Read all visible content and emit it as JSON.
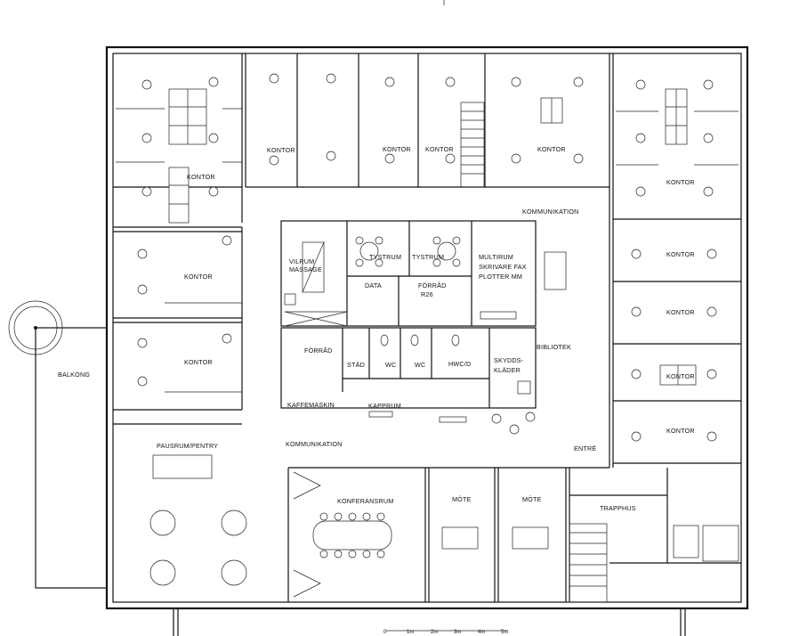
{
  "rooms": {
    "kontor_1": "KONTOR",
    "kontor_2": "KONTOR",
    "kontor_3": "KONTOR",
    "kontor_4": "KONTOR",
    "kontor_5": "KONTOR",
    "kontor_6": "KONTOR",
    "kontor_7": "KONTOR",
    "kontor_8": "KONTOR",
    "kontor_9": "KONTOR",
    "kontor_10": "KONTOR",
    "kontor_11": "KONTOR",
    "kontor_12": "KONTOR",
    "kommunikation_1": "KOMMUNIKATION",
    "kommunikation_2": "KOMMUNIKATION",
    "vilrum": "VILRUM",
    "massage": "MASSAGE",
    "tystrum_1": "TYSTRUM",
    "tystrum_2": "TYSTRUM",
    "multirum": "MULTIRUM",
    "skrivare": "SKRIVARE FAX",
    "plotter": "PLOTTER MM",
    "data": "DATA",
    "forrad_1": "FÖRRÅD",
    "forrad_1b": "R26",
    "forrad_2": "FÖRRÅD",
    "stad": "STÄD",
    "wc_1": "WC",
    "wc_2": "WC",
    "hwc": "HWC/D",
    "skyddskl_1": "SKYDDS-",
    "skyddskl_2": "KLÄDER",
    "bibliotek": "BIBLIOTEK",
    "kaffemaskin": "KAFFEMASKIN",
    "kapprum": "KAPPRUM",
    "balkong": "BALKONG",
    "pausrum": "PAUSRUM/PENTRY",
    "konferensrum": "KONFERANSRUM",
    "mote_1": "MÖTE",
    "mote_2": "MÖTE",
    "trapphus": "TRAPPHUS",
    "entre": "ENTRÉ"
  },
  "scale": {
    "ticks": [
      "0",
      "1m",
      "2m",
      "3m",
      "4m",
      "5m"
    ]
  }
}
